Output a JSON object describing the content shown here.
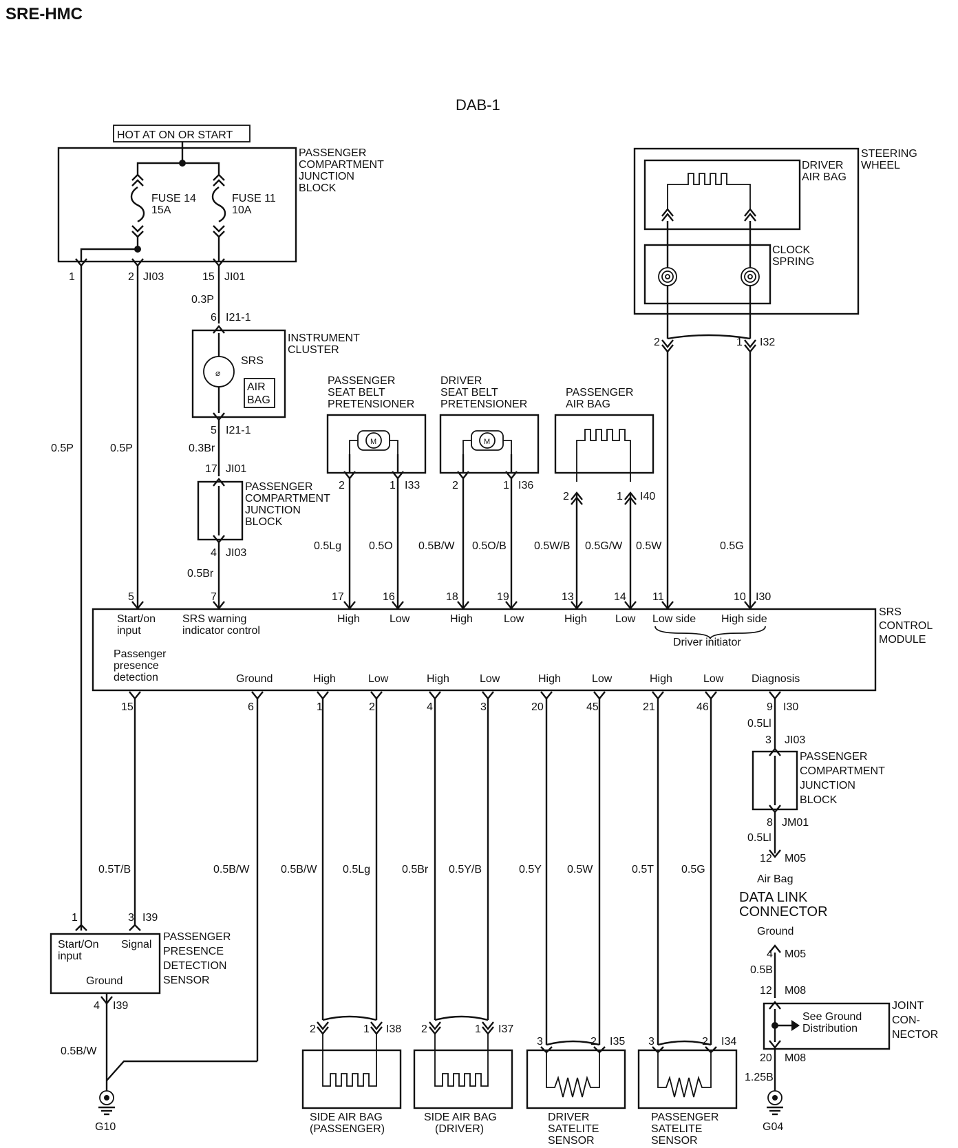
{
  "header": {
    "code": "SRE-HMC",
    "title": "DAB-1"
  },
  "junction_block_top": {
    "supply": "HOT AT ON OR START",
    "label": [
      "PASSENGER",
      "COMPARTMENT",
      "JUNCTION",
      "BLOCK"
    ],
    "fuse14": [
      "FUSE 14",
      "15A"
    ],
    "fuse11": [
      "FUSE 11",
      "10A"
    ],
    "pins": {
      "p1": "1",
      "p2": "2",
      "c2": "JI03",
      "p15": "15",
      "c15": "JI01"
    }
  },
  "instrument_cluster": {
    "label": [
      "INSTRUMENT",
      "CLUSTER"
    ],
    "srs": "SRS",
    "airbag": [
      "AIR",
      "BAG"
    ],
    "wire_in": "0.3P",
    "pin_in": "6",
    "conn_in": "I21-1",
    "pin_out": "5",
    "conn_out": "I21-1",
    "wire_out": "0.3Br"
  },
  "junction_block_mid": {
    "label": [
      "PASSENGER",
      "COMPARTMENT",
      "JUNCTION",
      "BLOCK"
    ],
    "pin_in": "17",
    "conn_in": "JI01",
    "pin_out": "4",
    "conn_out": "JI03",
    "wire_out": "0.5Br"
  },
  "left_wires": {
    "w1": "0.5P",
    "w2": "0.5P"
  },
  "pass_pretensioner": {
    "label": [
      "PASSENGER",
      "SEAT BELT",
      "PRETENSIONER"
    ],
    "motor": "M",
    "pin_a": "2",
    "pin_b": "1",
    "conn": "I33",
    "wire_a": "0.5Lg",
    "wire_b": "0.5O"
  },
  "drv_pretensioner": {
    "label": [
      "DRIVER",
      "SEAT BELT",
      "PRETENSIONER"
    ],
    "motor": "M",
    "pin_a": "2",
    "pin_b": "1",
    "conn": "I36",
    "wire_a": "0.5B/W",
    "wire_b": "0.5O/B"
  },
  "pass_airbag": {
    "label": [
      "PASSENGER",
      "AIR BAG"
    ],
    "pin_a": "2",
    "pin_b": "1",
    "conn": "I40",
    "wire_a": "0.5W/B",
    "wire_b": "0.5G/W"
  },
  "steering_wheel": {
    "label": [
      "STEERING",
      "WHEEL"
    ],
    "driver_airbag": [
      "DRIVER",
      "AIR BAG"
    ],
    "clock_spring": [
      "CLOCK",
      "SPRING"
    ],
    "pin_a": "2",
    "pin_b": "1",
    "conn": "I32",
    "wire_a": "0.5W",
    "wire_b": "0.5G"
  },
  "srs_module": {
    "label": [
      "SRS",
      "CONTROL",
      "MODULE"
    ],
    "top_pins": [
      "5",
      "7",
      "17",
      "16",
      "18",
      "19",
      "13",
      "14",
      "11",
      "10"
    ],
    "top_conn": "I30",
    "top_labels": {
      "start_on": [
        "Start/on",
        "input"
      ],
      "srs_warn": [
        "SRS warning",
        "indicator control"
      ],
      "high": "High",
      "low": "Low",
      "low_side": "Low side",
      "high_side": "High side",
      "driver_initiator": "Driver initiator"
    },
    "bottom_labels": {
      "presence": [
        "Passenger",
        "presence",
        "detection"
      ],
      "ground": "Ground",
      "high": "High",
      "low": "Low",
      "diagnosis": "Diagnosis"
    },
    "bottom_pins": [
      "15",
      "6",
      "1",
      "2",
      "4",
      "3",
      "20",
      "45",
      "21",
      "46",
      "9"
    ],
    "bottom_conn": "I30"
  },
  "bottom_wires": [
    "0.5T/B",
    "0.5B/W",
    "0.5B/W",
    "0.5Lg",
    "0.5Br",
    "0.5Y/B",
    "0.5Y",
    "0.5W",
    "0.5T",
    "0.5G"
  ],
  "presence_sensor": {
    "label": [
      "PASSENGER",
      "PRESENCE",
      "DETECTION",
      "SENSOR"
    ],
    "start_on": [
      "Start/On",
      "input"
    ],
    "signal": "Signal",
    "ground": "Ground",
    "pin_a": "1",
    "pin_b": "3",
    "conn": "I39",
    "pin_g": "4",
    "conn_g": "I39",
    "wire_g": "0.5B/W",
    "ground_id": "G10"
  },
  "side_airbag_pass": {
    "label": [
      "SIDE AIR BAG",
      "(PASSENGER)"
    ],
    "pin_a": "2",
    "pin_b": "1",
    "conn": "I38"
  },
  "side_airbag_drv": {
    "label": [
      "SIDE AIR BAG",
      "(DRIVER)"
    ],
    "pin_a": "2",
    "pin_b": "1",
    "conn": "I37"
  },
  "drv_satellite": {
    "label": [
      "DRIVER",
      "SATELITE",
      "SENSOR"
    ],
    "pin_a": "3",
    "pin_b": "2",
    "conn": "I35"
  },
  "pass_satellite": {
    "label": [
      "PASSENGER",
      "SATELITE",
      "SENSOR"
    ],
    "pin_a": "3",
    "pin_b": "2",
    "conn": "I34"
  },
  "diag_chain": {
    "wire1": "0.5Ll",
    "pin1": "3",
    "conn1": "JI03",
    "jb_label": [
      "PASSENGER",
      "COMPARTMENT",
      "JUNCTION",
      "BLOCK"
    ],
    "pin2": "8",
    "conn2": "JM01",
    "wire2": "0.5Ll",
    "pin3": "12",
    "conn3": "M05",
    "airbag": "Air Bag",
    "dlc": [
      "DATA LINK",
      "CONNECTOR"
    ],
    "ground": "Ground",
    "pin4": "4",
    "conn4": "M05",
    "wire3": "0.5B",
    "pin5": "12",
    "conn5": "M08",
    "joint_label": [
      "JOINT",
      "CON-",
      "NECTOR"
    ],
    "see_ground": [
      "See Ground",
      "Distribution"
    ],
    "pin6": "20",
    "conn6": "M08",
    "wire4": "1.25B",
    "ground_id": "G04"
  }
}
